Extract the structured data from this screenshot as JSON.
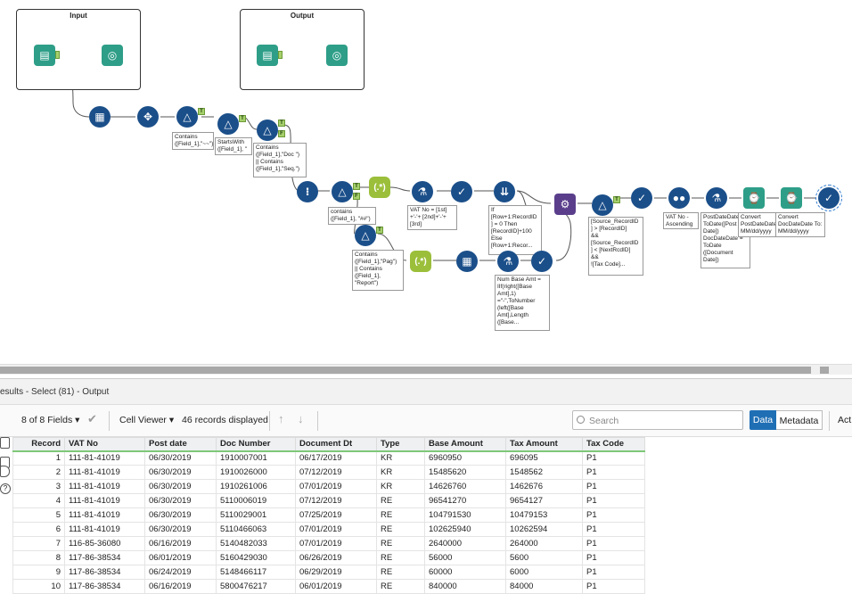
{
  "canvas": {
    "containers": [
      {
        "title": "Input"
      },
      {
        "title": "Output"
      }
    ],
    "badges": {
      "t": "T",
      "f": "F"
    },
    "annotations": {
      "contains1": "Contains\n([Field_1],\"~~\")",
      "startswith": "StartsWith\n([Field_1], \"",
      "contains2": "Contains\n([Field_1],\"Doc \")\n|| Contains\n([Field_1],\"Seq.\")",
      "contains_ee": "contains\n([Field_1], \"##\")",
      "contains_pag": "Contains\n([Field_1],\"Pag\")\n|| Contains\n([Field_1],\n\"Report\")",
      "vatno": "VAT No = [1st]\n+'-'+ [2nd]+'-'+\n[3rd]",
      "ifrow": "If\n[Row+1:RecordID\n] = 0 Then\n[RecordID]+100\nElse\n[Row+1:Recor...",
      "numbase": "Num Base Amt =\nIIf(right([Base\nAmt],1)\n=\"-\",ToNumber\n(left([Base\nAmt],Length\n([Base...",
      "source_rec": "[Source_RecordID\n] > [RecordID]\n&&\n[Source_RecordID\n] < [NextRcdID]\n&&\n![Tax Code]...",
      "vatsort": "VAT No -\nAscending",
      "postdate": "PostDateDate =\nToDate([Post\nDate])\nDocDateDate =\nToDate\n([Document\nDate])",
      "convert1": "Convert\nPostDateDate To:\nMM/dd/yyyy",
      "convert2": "Convert\nDocDateDate To:\nMM/dd/yyyy"
    }
  },
  "results": {
    "title": "esults - Select (81) - Output",
    "fields_label": "8 of 8 Fields",
    "cell_viewer": "Cell Viewer",
    "records_displayed": "46 records displayed",
    "search_placeholder": "Search",
    "data_button": "Data",
    "metadata_button": "Metadata",
    "actions_button": "Act",
    "columns": [
      "Record",
      "VAT No",
      "Post date",
      "Doc Number",
      "Document Dt",
      "Type",
      "Base Amount",
      "Tax Amount",
      "Tax Code"
    ],
    "rows": [
      [
        "1",
        "111-81-41019",
        "06/30/2019",
        "1910007001",
        "06/17/2019",
        "KR",
        "6960950",
        "696095",
        "P1"
      ],
      [
        "2",
        "111-81-41019",
        "06/30/2019",
        "1910026000",
        "07/12/2019",
        "KR",
        "15485620",
        "1548562",
        "P1"
      ],
      [
        "3",
        "111-81-41019",
        "06/30/2019",
        "1910261006",
        "07/01/2019",
        "KR",
        "14626760",
        "1462676",
        "P1"
      ],
      [
        "4",
        "111-81-41019",
        "06/30/2019",
        "5110006019",
        "07/12/2019",
        "RE",
        "96541270",
        "9654127",
        "P1"
      ],
      [
        "5",
        "111-81-41019",
        "06/30/2019",
        "5110029001",
        "07/25/2019",
        "RE",
        "104791530",
        "10479153",
        "P1"
      ],
      [
        "6",
        "111-81-41019",
        "06/30/2019",
        "5110466063",
        "07/01/2019",
        "RE",
        "102625940",
        "10262594",
        "P1"
      ],
      [
        "7",
        "116-85-36080",
        "06/16/2019",
        "5140482033",
        "07/01/2019",
        "RE",
        "2640000",
        "264000",
        "P1"
      ],
      [
        "8",
        "117-86-38534",
        "06/01/2019",
        "5160429030",
        "06/26/2019",
        "RE",
        "56000",
        "5600",
        "P1"
      ],
      [
        "9",
        "117-86-38534",
        "06/24/2019",
        "5148466117",
        "06/29/2019",
        "RE",
        "60000",
        "6000",
        "P1"
      ],
      [
        "10",
        "117-86-38534",
        "06/16/2019",
        "5800476217",
        "06/01/2019",
        "RE",
        "840000",
        "84000",
        "P1"
      ]
    ]
  }
}
